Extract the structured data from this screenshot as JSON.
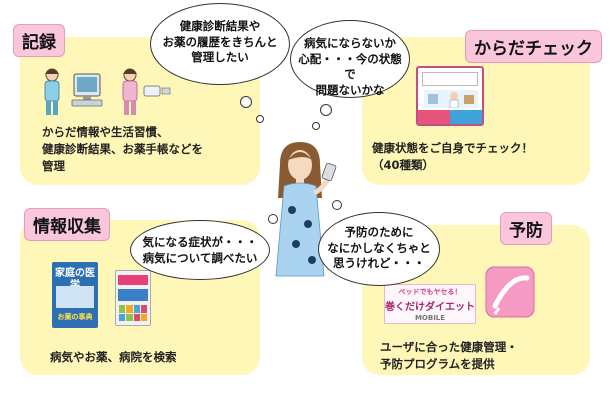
{
  "cards": {
    "record": {
      "tag": "記録",
      "text": "からだ情報や生活習慣、\n健康診断結果、お薬手帳などを\n管理"
    },
    "check": {
      "tag": "からだチェック",
      "text": "健康状態をご自身でチェック！\n（40種類）"
    },
    "info": {
      "tag": "情報収集",
      "text": "病気やお薬、病院を検索"
    },
    "prevention": {
      "tag": "予防",
      "text": "ユーザに合った健康管理・\n予防プログラムを提供"
    }
  },
  "bubbles": {
    "records_thought": "健康診断結果や\nお薬の履歴をきちんと\n管理したい",
    "check_thought": "病気にならないか\n心配・・・今の状態で\n問題ないかな",
    "info_thought": "気になる症状が・・・\n病気について調べたい",
    "prevention_thought": "予防のために\nなにかしなくちゃと\n思うけれど・・・"
  },
  "books": {
    "family_medicine_title": "家庭の医学",
    "family_medicine_sub": "お薬の事典"
  },
  "diet": {
    "banner_top": "ベッドでもヤセる！",
    "banner_title": "巻くだけダイエット",
    "banner_bottom": "MOBILE"
  },
  "colors": {
    "card_bg": "#fff7b8",
    "tag_bg": "#f9c6dc",
    "accent": "#c24d8a"
  }
}
